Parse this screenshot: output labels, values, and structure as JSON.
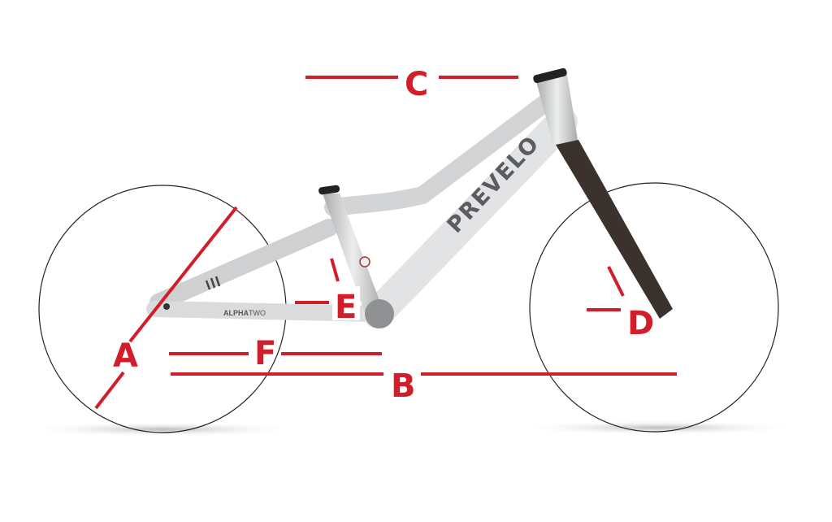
{
  "labels": {
    "a": "A",
    "b": "B",
    "c": "C",
    "d": "D",
    "e": "E",
    "f": "F"
  },
  "frame": {
    "brand": "PREVELO",
    "model_bold": "ALPHA",
    "model_light": "TWO"
  },
  "colors": {
    "accent": "#d21d2b",
    "frame": "#d8d9db",
    "fork": "#3b312d",
    "wheel": "#222222"
  }
}
